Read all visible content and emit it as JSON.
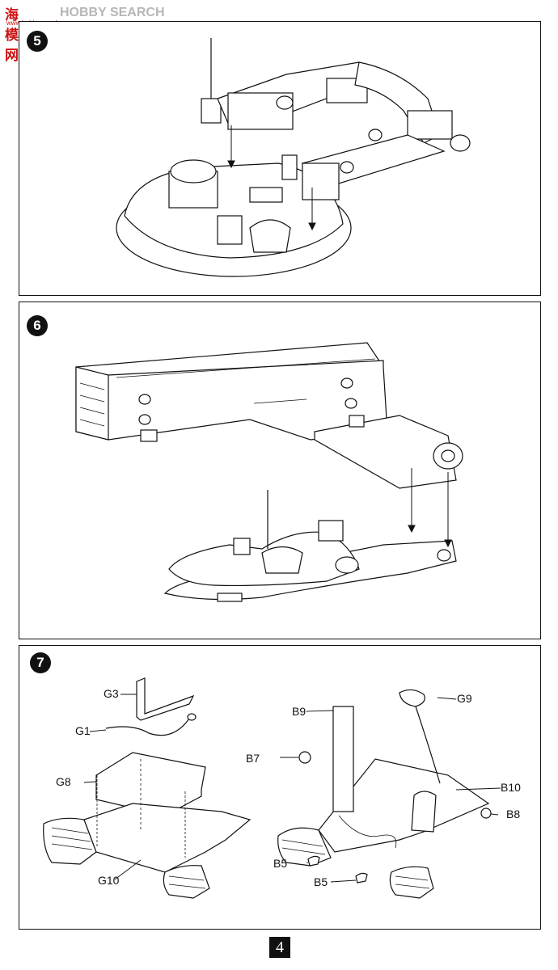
{
  "watermark": {
    "logo": "海模网",
    "word": "HOBBY SEARCH",
    "url": "www.hobbysearch.com"
  },
  "steps": [
    {
      "number": "5"
    },
    {
      "number": "6"
    },
    {
      "number": "7",
      "parts": {
        "g3": "G3",
        "g1": "G1",
        "g8": "G8",
        "g10": "G10",
        "b9": "B9",
        "g9": "G9",
        "b7": "B7",
        "b10": "B10",
        "b8": "B8",
        "b5a": "B5",
        "b5b": "B5"
      }
    }
  ],
  "page": {
    "number": "4"
  }
}
